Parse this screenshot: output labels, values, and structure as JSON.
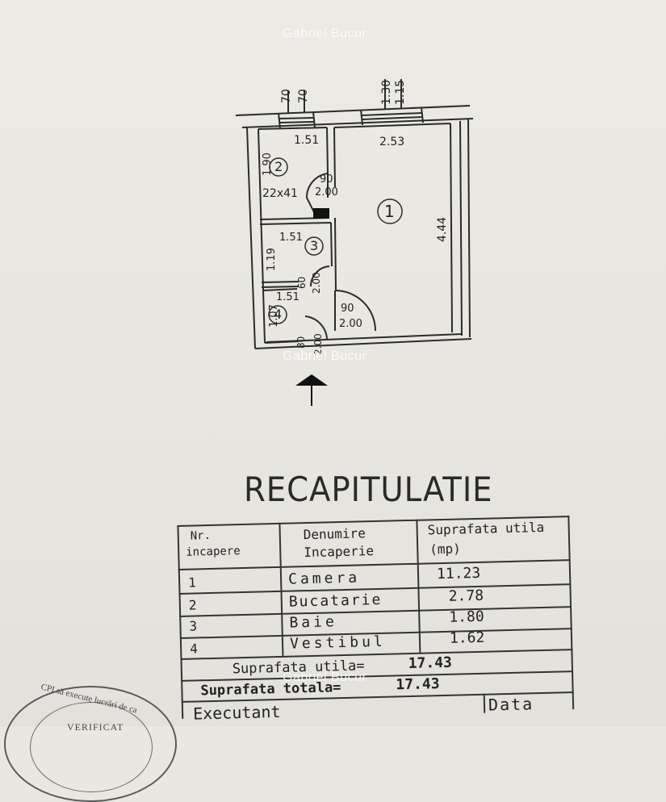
{
  "watermark": {
    "text": "Gabriel Bucur"
  },
  "plan": {
    "dims_top": [
      "70",
      "70",
      "1.30",
      "1.15"
    ],
    "room_top_widths": [
      "1.51",
      "2.53"
    ],
    "room1_label": "1",
    "room1_height": "4.44",
    "room2_label": "2",
    "room2_height": "1.90",
    "room2_vent": "22x41",
    "door_kitchen": [
      "90",
      "2.00"
    ],
    "room3_label": "3",
    "room3_width": "1.51",
    "room3_height": "1.19",
    "door_bath": [
      "60",
      "2.00"
    ],
    "room4_label": "4",
    "room4_width": "1.51",
    "room4_height": "1.07",
    "door_room": [
      "90",
      "2.00"
    ],
    "door_entry": [
      "80",
      "2.00"
    ]
  },
  "recap": {
    "title": "RECAPITULATIE",
    "headers": {
      "nr": "Nr.",
      "nr2": "incapere",
      "den": "Denumire",
      "den2": "Incaperie",
      "sup": "Suprafata utila",
      "sup2": "(mp)"
    },
    "rows": [
      {
        "nr": "1",
        "name": "Camera",
        "area": "11.23"
      },
      {
        "nr": "2",
        "name": "Bucatarie",
        "area": "2.78"
      },
      {
        "nr": "3",
        "name": "Baie",
        "area": "1.80"
      },
      {
        "nr": "4",
        "name": "Vestibul",
        "area": "1.62"
      }
    ],
    "util_label": "Suprafata utila=",
    "util_value": "17.43",
    "total_label": "Suprafata totala=",
    "total_value": "17.43",
    "executant": "Executant",
    "data": "Data"
  },
  "stamp": {
    "arc_text": "CPI să execute lucrări de ca",
    "word": "VERIFICAT"
  }
}
